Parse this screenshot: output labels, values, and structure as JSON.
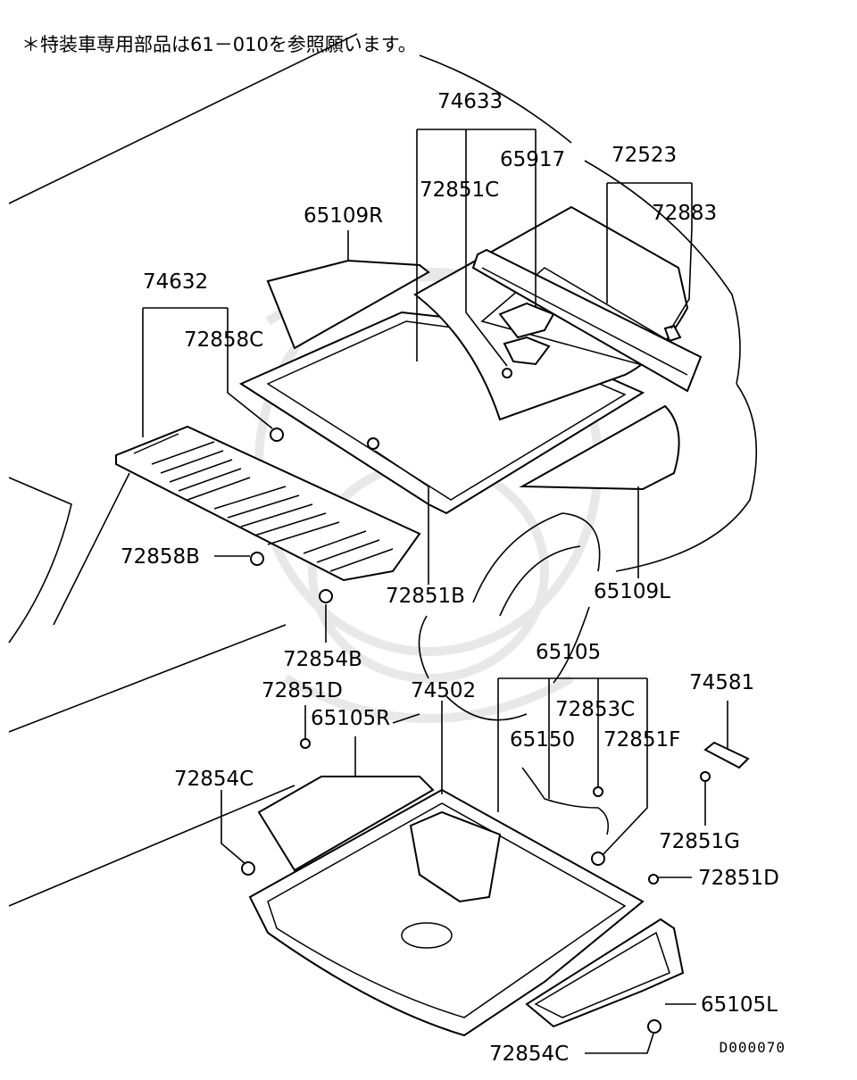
{
  "note": "＊特装車専用部品は61－010を参照願います。",
  "diagram_code": "D000070",
  "labels": {
    "p74633": "74633",
    "p65917": "65917",
    "p72523": "72523",
    "p72851C": "72851C",
    "p72883": "72883",
    "p65109R": "65109R",
    "p74632": "74632",
    "p72858C": "72858C",
    "p72858B": "72858B",
    "p72851B": "72851B",
    "p65109L": "65109L",
    "p72854B": "72854B",
    "p65105": "65105",
    "p74502": "74502",
    "p72851D_a": "72851D",
    "p74581": "74581",
    "p72853C": "72853C",
    "p65105R": "65105R",
    "p65150": "65150",
    "p72851F": "72851F",
    "p72854C_a": "72854C",
    "p72851G": "72851G",
    "p72851D_b": "72851D",
    "p65105L": "65105L",
    "p72854C_b": "72854C"
  }
}
